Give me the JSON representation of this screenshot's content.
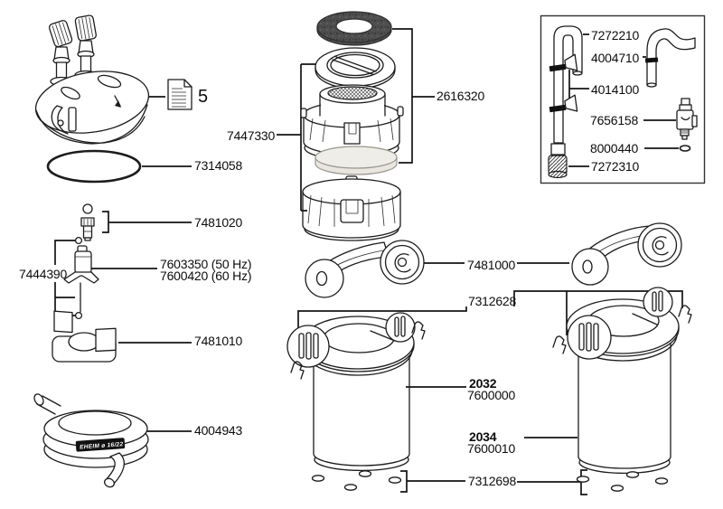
{
  "diagram": {
    "type": "exploded-parts-diagram",
    "product_models": [
      "2032",
      "2034"
    ],
    "head": {
      "manual_ref": "5",
      "sealing_ring": "7314058"
    },
    "media": {
      "foam_set": "2616320",
      "container_set": "7447330"
    },
    "pump": {
      "extractor_set": "7481020",
      "impeller_50hz": "7603350 (50 Hz)",
      "impeller_60hz": "7600420 (60 Hz)",
      "shaft_and_bushings": "7444390",
      "pump_cover": "7481010"
    },
    "hose": {
      "part": "4004943",
      "print": "EHEIM ø 16/22"
    },
    "canister": {
      "handle": "7481000",
      "clip_set": "7312628",
      "left": {
        "model": "2032",
        "part": "7600000"
      },
      "right": {
        "model": "2034",
        "part": "7600010"
      },
      "rubber_feet": "7312698"
    },
    "installation_kit": {
      "inlet_bend": "7272210",
      "outlet_pipe": "4004710",
      "inlet_pipe": "4014100",
      "adapter": "7656158",
      "sealing_ring": "8000440",
      "strainer": "7272310"
    }
  }
}
